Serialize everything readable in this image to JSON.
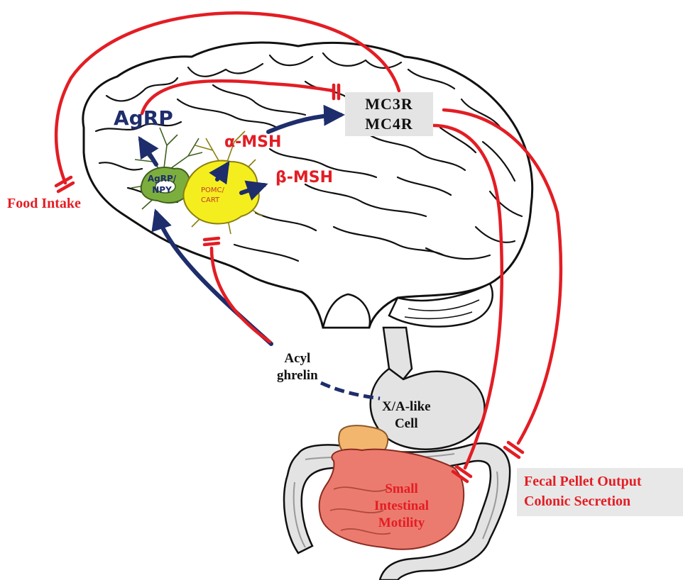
{
  "labels": {
    "agrp_peptide": "AgRP",
    "agrp_neuron": "AgRP/\nNPY",
    "pomc_neuron": "POMC/\nCART",
    "alpha_msh": "α-MSH",
    "beta_msh": "β-MSH",
    "mc3r": "MC3R",
    "mc4r": "MC4R",
    "food_intake": "Food Intake",
    "acyl_ghrelin": "Acyl\nghrelin",
    "xa_cell": "X/A-like\nCell",
    "small_intestinal": "Small\nIntestinal\nMotility",
    "fecal_output": "Fecal Pellet Output",
    "colonic_secretion": "Colonic Secretion"
  },
  "colors": {
    "stimulatory_arrow": "#1e2d6b",
    "inhibitory_line": "#e31d24",
    "agrp_neuron": "#7cae3e",
    "pomc_neuron": "#f5ee1e",
    "small_intestine": "#ec7b6f",
    "stomach": "#e3e3e3",
    "pancreas": "#f3b66f",
    "receptor_box": "#e4e4e4"
  },
  "legend_semantics": {
    "arrow": "stimulation",
    "flat_bar": "inhibition"
  }
}
